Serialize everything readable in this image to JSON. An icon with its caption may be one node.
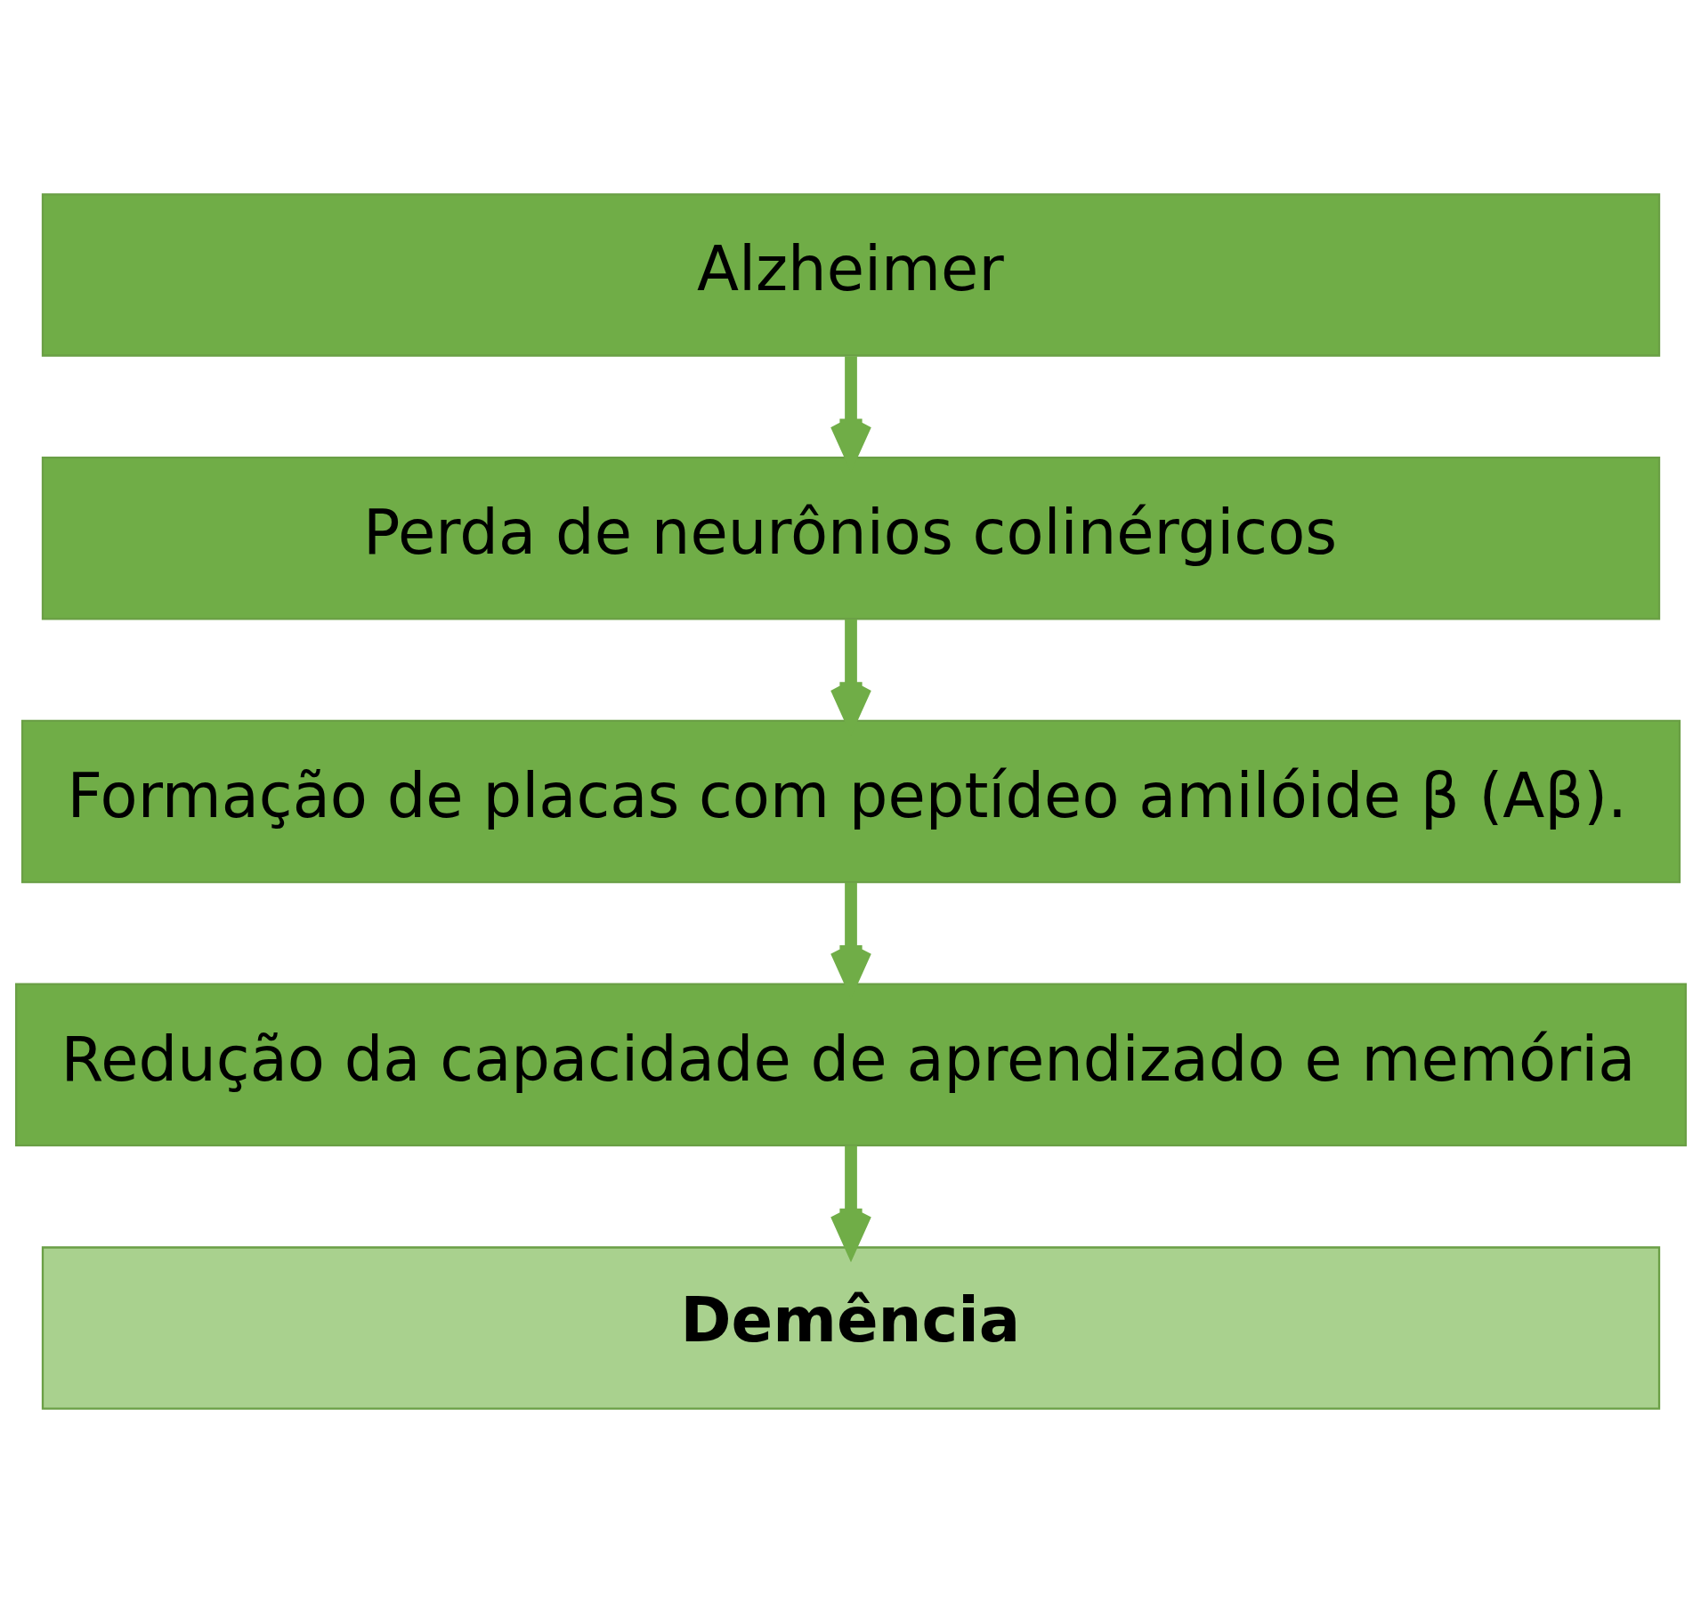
{
  "diagram": {
    "nodes": [
      {
        "text": [
          "Alzheimer"
        ]
      },
      {
        "text": [
          "Perda de neurônios colinérgicos"
        ]
      },
      {
        "text": [
          "Formação de placas com peptídeo amilóide β (Aβ)."
        ]
      },
      {
        "text": [
          "Redução da capacidade de aprendizado e memória"
        ]
      },
      {
        "text": [
          "Demência"
        ]
      }
    ],
    "edges": [
      {
        "from": 0,
        "to": 1,
        "arrow": "to"
      },
      {
        "from": 1,
        "to": 2,
        "arrow": "to"
      },
      {
        "from": 2,
        "to": 3,
        "arrow": "to"
      },
      {
        "from": 3,
        "to": 4,
        "arrow": "to"
      }
    ]
  }
}
